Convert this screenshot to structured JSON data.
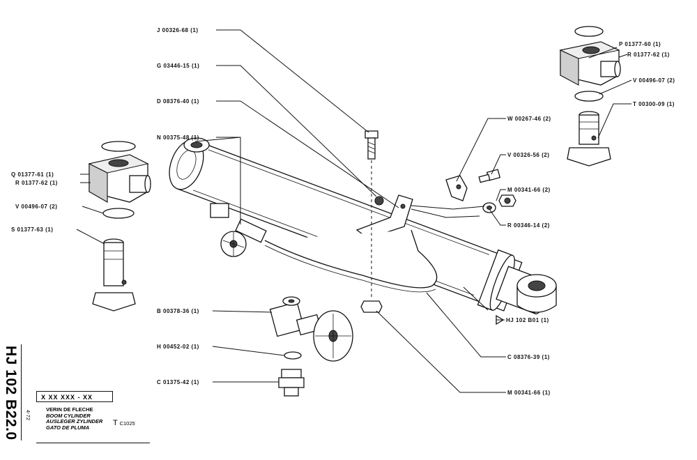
{
  "document": {
    "number": "HJ 102 B22.0",
    "date": "4-72",
    "code_pattern": "X XX XXX - XX",
    "title_fr": "VERIN DE FLECHE",
    "title_en": "BOOM CYLINDER",
    "title_de": "AUSLEGER ZYLINDER",
    "title_es": "GATO DE PLUMA",
    "type_letter": "T",
    "type_code": "C1025"
  },
  "labels": {
    "j": "J 00326-68 (1)",
    "g": "G 03446-15 (1)",
    "d": "D 08376-40 (1)",
    "n": "N 00375-48 (1)",
    "q": "Q 01377-61 (1)",
    "r_left": "R 01377-62 (1)",
    "v_left": "V 00496-07 (2)",
    "s": "S 01377-63 (1)",
    "b": "B 00378-36 (1)",
    "h": "H 00452-02 (1)",
    "c_small": "C 01375-42 (1)",
    "p": "P 01377-60 (1)",
    "r_right": "R 01377-62 (1)",
    "v_right": "V 00496-07 (2)",
    "t": "T 00300-09 (1)",
    "w": "W 00267-46 (2)",
    "v_mid": "V 00326-56 (2)",
    "m_mid": "M 00341-66 (2)",
    "r_mid": "R 00346-14 (2)",
    "hj": "HJ 102 B01 (1)",
    "c_hose": "C 08376-39 (1)",
    "m_low": "M 00341-66 (1)"
  }
}
